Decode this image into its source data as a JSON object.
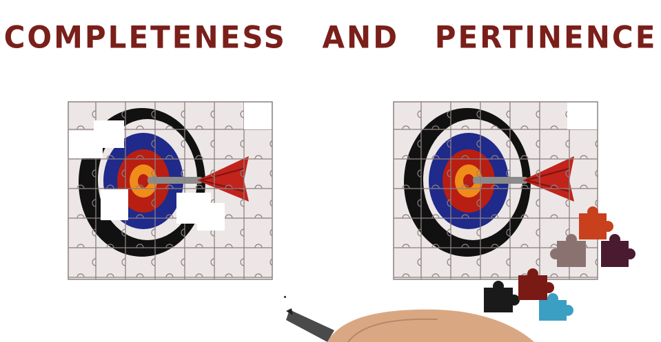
{
  "title": "COMPLETENESS AND PERTINENCE",
  "colors": {
    "title": "#7a1f1a",
    "ring_black": "#111111",
    "ring_blue": "#1f2a8a",
    "ring_red": "#b81e12",
    "bullseye": "#f08c1a",
    "dart_red": "#c2231b",
    "puzzle_bg": "#e9e4e3",
    "puzzle_line": "#8c8080",
    "piece_orange": "#c8401c",
    "piece_grey": "#8a7270",
    "piece_plum": "#4a1a30",
    "piece_black": "#1a1a1a",
    "piece_maroon": "#7a1a15",
    "piece_teal": "#3b9fc4"
  },
  "panels": [
    {
      "name": "incomplete-puzzle",
      "icon": "target-puzzle-icon"
    },
    {
      "name": "complete-puzzle-with-extra-pieces",
      "icon": "target-puzzle-icon"
    }
  ],
  "extra_pieces": [
    "orange",
    "grey",
    "plum",
    "black",
    "maroon",
    "teal"
  ]
}
